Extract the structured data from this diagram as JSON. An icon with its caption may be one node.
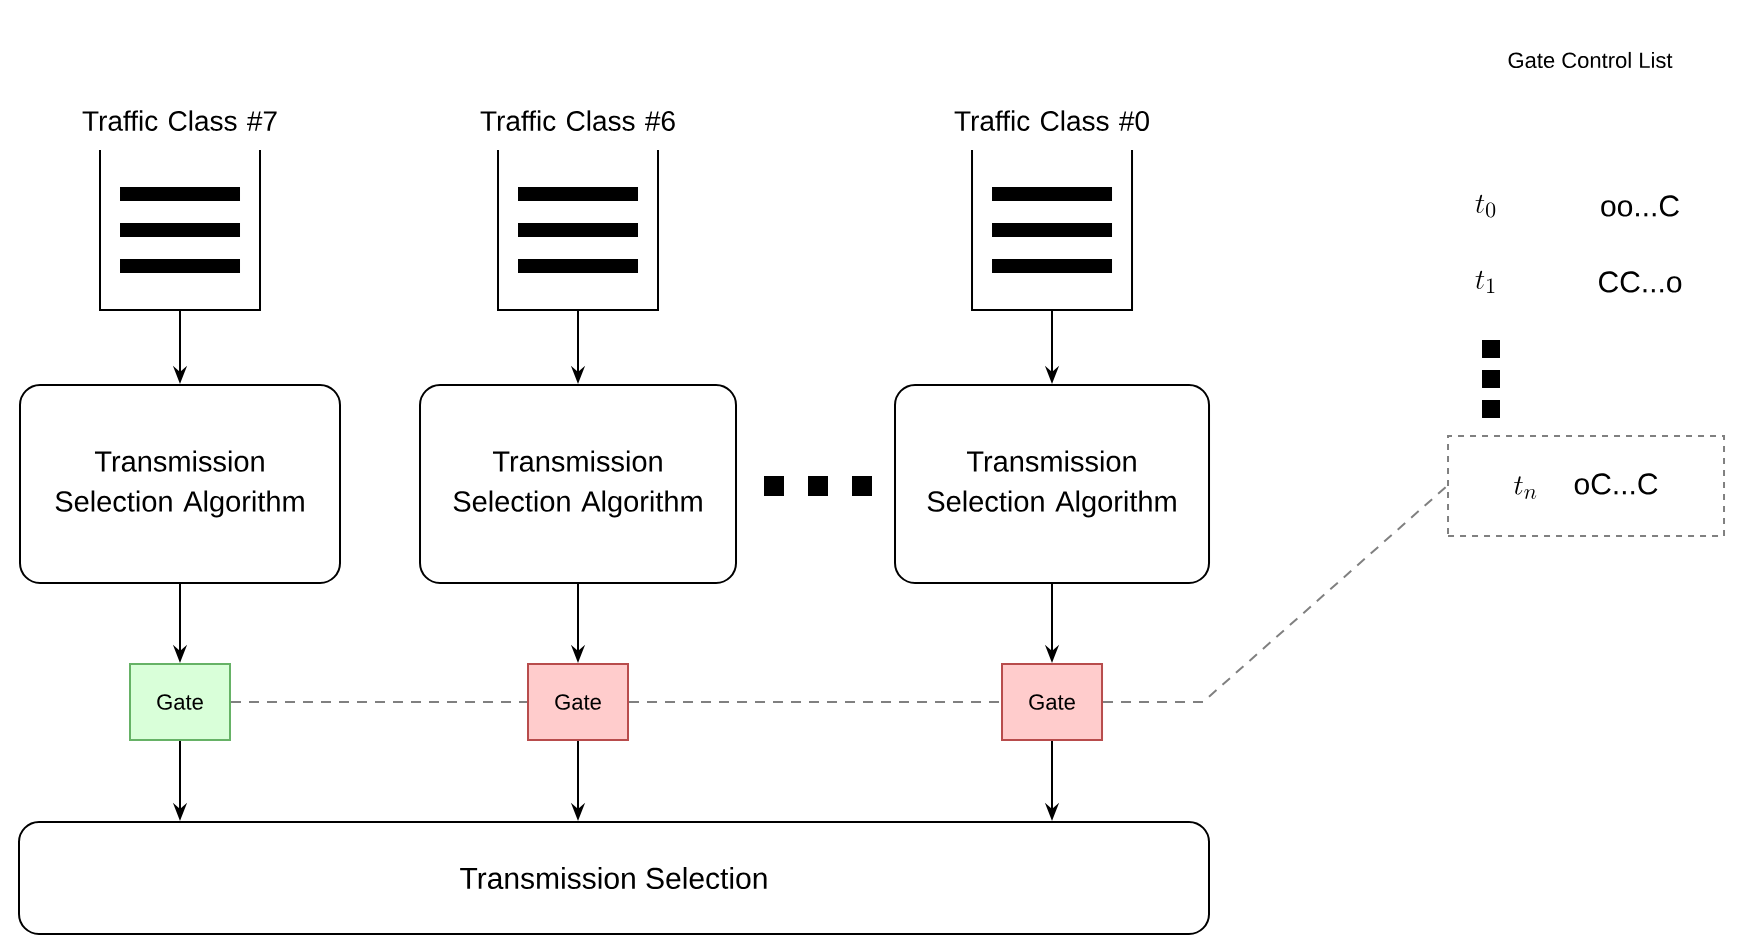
{
  "diagram": {
    "nodes": [
      {
        "text": [
          "Traffic Class #7"
        ]
      },
      {
        "text": [
          "Traffic Class #6"
        ]
      },
      {
        "text": [
          "Traffic Class #0"
        ]
      },
      {
        "text": [
          "Transmission Selection Algorithm"
        ]
      },
      {
        "text": [
          "Transmission Selection Algorithm"
        ]
      },
      {
        "text": [
          "Transmission Selection Algorithm"
        ]
      },
      {
        "text": [
          "Gate"
        ]
      },
      {
        "text": [
          "Gate"
        ]
      },
      {
        "text": [
          "Gate"
        ]
      },
      {
        "text": [
          "Transmission Selection"
        ]
      },
      {
        "text": [
          "t_n",
          "oC...C"
        ]
      }
    ],
    "edges": [
      {
        "from": 0,
        "to": 3,
        "arrow": "to"
      },
      {
        "from": 1,
        "to": 4,
        "arrow": "to"
      },
      {
        "from": 2,
        "to": 5,
        "arrow": "to"
      },
      {
        "from": 3,
        "to": 6,
        "arrow": "to"
      },
      {
        "from": 4,
        "to": 7,
        "arrow": "to"
      },
      {
        "from": 5,
        "to": 8,
        "arrow": "to"
      },
      {
        "from": 6,
        "to": 9,
        "arrow": "to"
      },
      {
        "from": 7,
        "to": 9,
        "arrow": "to"
      },
      {
        "from": 8,
        "to": 9,
        "arrow": "to"
      },
      {
        "from": 6,
        "to": 7,
        "arrow": "none",
        "style": "dashed",
        "color": "#808080"
      },
      {
        "from": 7,
        "to": 8,
        "arrow": "none",
        "style": "dashed",
        "color": "#808080"
      },
      {
        "from": 8,
        "to": 10,
        "arrow": "none",
        "style": "dashed",
        "color": "#808080"
      }
    ],
    "labels": [
      "Gate Control List",
      "t_0",
      "oo...C",
      "t_1",
      "CC...o"
    ]
  }
}
